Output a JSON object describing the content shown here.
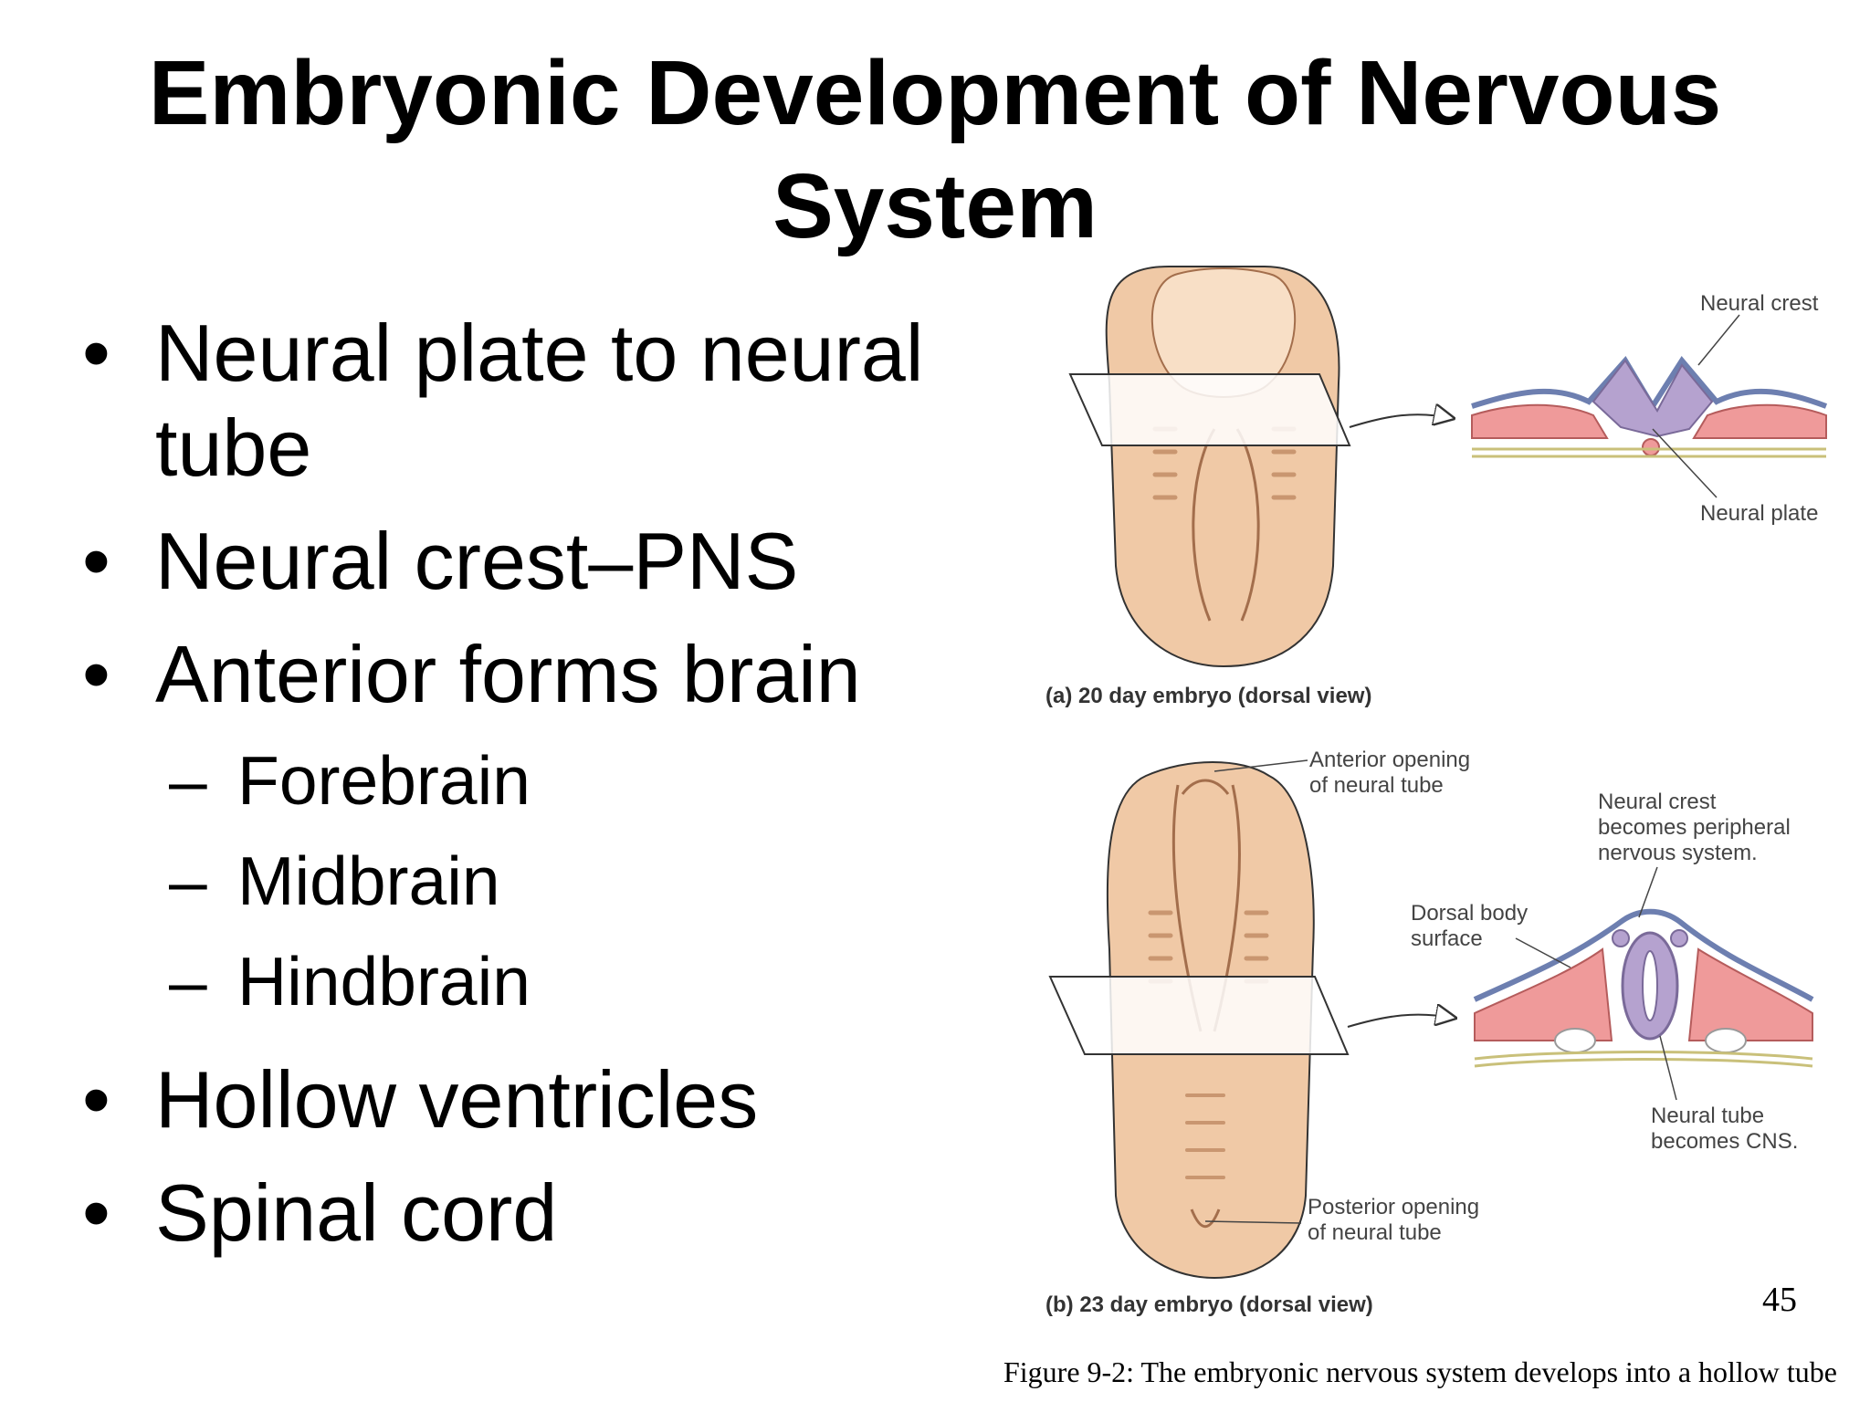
{
  "slide": {
    "title": "Embryonic Development of Nervous System",
    "page_number": "45",
    "figure_caption": "Figure 9-2: The embryonic nervous system develops into a hollow tube"
  },
  "bullets": [
    {
      "text": "Neural plate to neural tube"
    },
    {
      "text": "Neural crest–PNS"
    },
    {
      "text": "Anterior forms brain",
      "subitems": [
        "Forebrain",
        "Midbrain",
        "Hindbrain"
      ]
    },
    {
      "text": "Hollow ventricles"
    },
    {
      "text": "Spinal cord"
    }
  ],
  "figure": {
    "panel_a": {
      "caption": "(a) 20 day embryo (dorsal view)",
      "labels": {
        "neural_crest": "Neural crest",
        "neural_plate": "Neural plate"
      }
    },
    "panel_b": {
      "caption": "(b) 23 day embryo (dorsal view)",
      "labels": {
        "anterior_opening_1": "Anterior opening",
        "anterior_opening_2": "of neural tube",
        "neural_crest_1": "Neural crest",
        "neural_crest_2": "becomes peripheral",
        "neural_crest_3": "nervous system.",
        "dorsal_1": "Dorsal body",
        "dorsal_2": "surface",
        "neural_tube_1": "Neural tube",
        "neural_tube_2": "becomes CNS.",
        "posterior_1": "Posterior opening",
        "posterior_2": "of neural tube"
      }
    }
  },
  "colors": {
    "embryo": "#f0c9a6",
    "embryo_shadow": "#c99670",
    "neural_tissue": "#b5a2cf",
    "mesoderm": "#ef9a9a",
    "outline": "#333333"
  }
}
